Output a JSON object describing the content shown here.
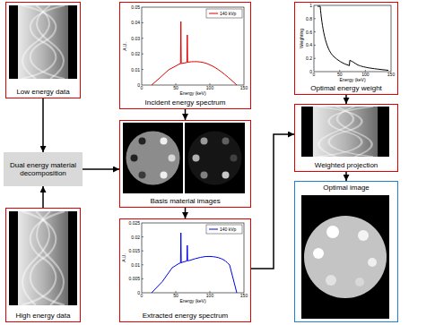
{
  "diagram": {
    "nodes": [
      {
        "text": [
          "Low energy data"
        ]
      },
      {
        "text": [
          "Incident energy spectrum"
        ]
      },
      {
        "text": [
          "Optimal energy weight"
        ]
      },
      {
        "text": [
          "Dual energy material decomposition"
        ]
      },
      {
        "text": [
          "Basis material images"
        ]
      },
      {
        "text": [
          "Weighted projection"
        ]
      },
      {
        "text": [
          "High energy data"
        ]
      },
      {
        "text": [
          "Extracted energy spectrum"
        ]
      },
      {
        "text": [
          "Optimal image"
        ]
      }
    ],
    "edges": [
      {
        "from": 0,
        "to": 3,
        "arrow": "to"
      },
      {
        "from": 6,
        "to": 3,
        "arrow": "to"
      },
      {
        "from": 3,
        "to": 4,
        "arrow": "to"
      },
      {
        "from": 1,
        "to": 4,
        "arrow": "to"
      },
      {
        "from": 4,
        "to": 7,
        "arrow": "to"
      },
      {
        "from": 7,
        "to": 5,
        "arrow": "to"
      },
      {
        "from": 2,
        "to": 5,
        "arrow": "to"
      },
      {
        "from": 5,
        "to": 8,
        "arrow": "to"
      }
    ],
    "labels": [
      "0.05",
      "0.04",
      "0.03",
      "0.02",
      "0.01",
      "0",
      "A.U.",
      "0",
      "50",
      "100",
      "150",
      "Energy (keV)",
      "1",
      "0.8",
      "0.6",
      "0.4",
      "0.2",
      "0",
      "Weighting",
      "0",
      "50",
      "100",
      "150",
      "Energy (keV)",
      "0.025",
      "0.02",
      "0.015",
      "0.01",
      "0.005",
      "0",
      "A.U.",
      "0",
      "50",
      "100",
      "150",
      "Energy (keV)"
    ],
    "legend": [
      {
        "text": "140 kVp"
      },
      {
        "text": "140 kVp"
      }
    ]
  }
}
